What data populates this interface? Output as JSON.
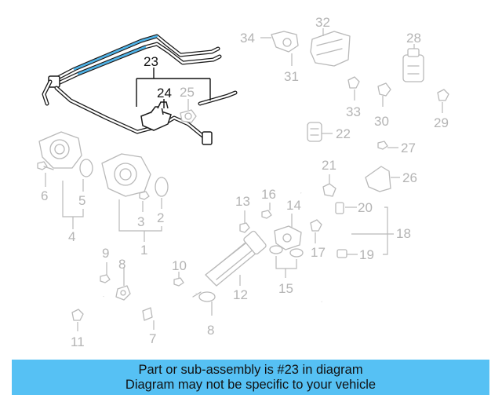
{
  "callouts": {
    "c1": "1",
    "c2": "2",
    "c3": "3",
    "c4": "4",
    "c5": "5",
    "c6": "6",
    "c7": "7",
    "c8": "8",
    "c9": "9",
    "c10": "10",
    "c11": "11",
    "c12": "12",
    "c13": "13",
    "c14": "14",
    "c15": "15",
    "c16": "16",
    "c17": "17",
    "c18": "18",
    "c19": "19",
    "c20": "20",
    "c21": "21",
    "c22": "22",
    "c23": "23",
    "c24": "24",
    "c25": "25",
    "c26": "26",
    "c27": "27",
    "c28": "28",
    "c29": "29",
    "c30": "30",
    "c31": "31",
    "c32": "32",
    "c33": "33",
    "c34": "34"
  },
  "highlighted_part": "23",
  "colors": {
    "highlight": "#4ab3ea",
    "banner": "#56c1f4",
    "inactive_parts": "#b9b9b9",
    "active_parts": "#1a1a1a"
  },
  "banner": {
    "line1": "Part or sub-assembly is #23 in diagram",
    "line2": "Diagram may not be specific to your vehicle"
  }
}
